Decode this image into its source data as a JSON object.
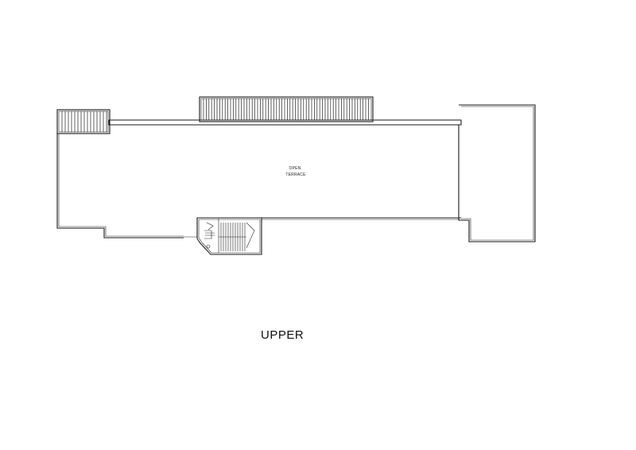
{
  "plan": {
    "floor_title": "UPPER",
    "room_label_line1": "OPEN",
    "room_label_line2": "TERRACE"
  }
}
